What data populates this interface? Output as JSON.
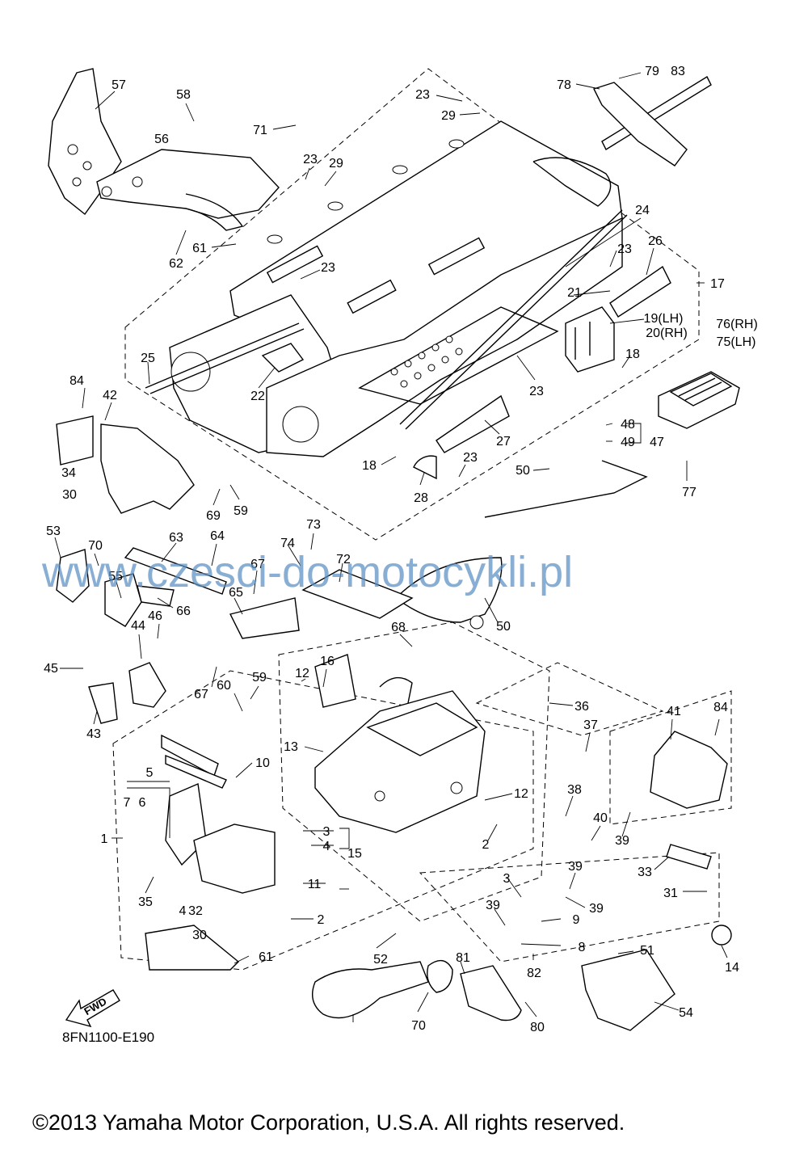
{
  "diagram": {
    "code": "8FN1100-E190",
    "fwd_label": "FWD",
    "watermark": "www.czesci-do-motocykli.pl",
    "copyright": "©2013 Yamaha Motor Corporation, U.S.A. All rights reserved.",
    "callouts": [
      "57",
      "58",
      "71",
      "23",
      "29",
      "78",
      "79",
      "83",
      "56",
      "23",
      "29",
      "62",
      "61",
      "23",
      "24",
      "23",
      "26",
      "17",
      "21",
      "19(LH)",
      "20(RH)",
      "76(RH)",
      "75(LH)",
      "18",
      "25",
      "22",
      "23",
      "84",
      "42",
      "34",
      "30",
      "27",
      "48",
      "49",
      "47",
      "18",
      "23",
      "28",
      "50",
      "77",
      "69",
      "59",
      "53",
      "70",
      "63",
      "64",
      "67",
      "74",
      "73",
      "72",
      "55",
      "66",
      "65",
      "46",
      "50",
      "44",
      "68",
      "45",
      "12",
      "16",
      "67",
      "60",
      "59",
      "36",
      "43",
      "37",
      "41",
      "84",
      "13",
      "10",
      "5",
      "7",
      "6",
      "12",
      "38",
      "40",
      "1",
      "3",
      "4",
      "2",
      "15",
      "39",
      "33",
      "11",
      "39",
      "31",
      "39",
      "9",
      "35",
      "3",
      "4",
      "32",
      "39",
      "8",
      "2",
      "30",
      "82",
      "51",
      "14",
      "61",
      "52",
      "81",
      "54",
      "70",
      "80"
    ]
  }
}
